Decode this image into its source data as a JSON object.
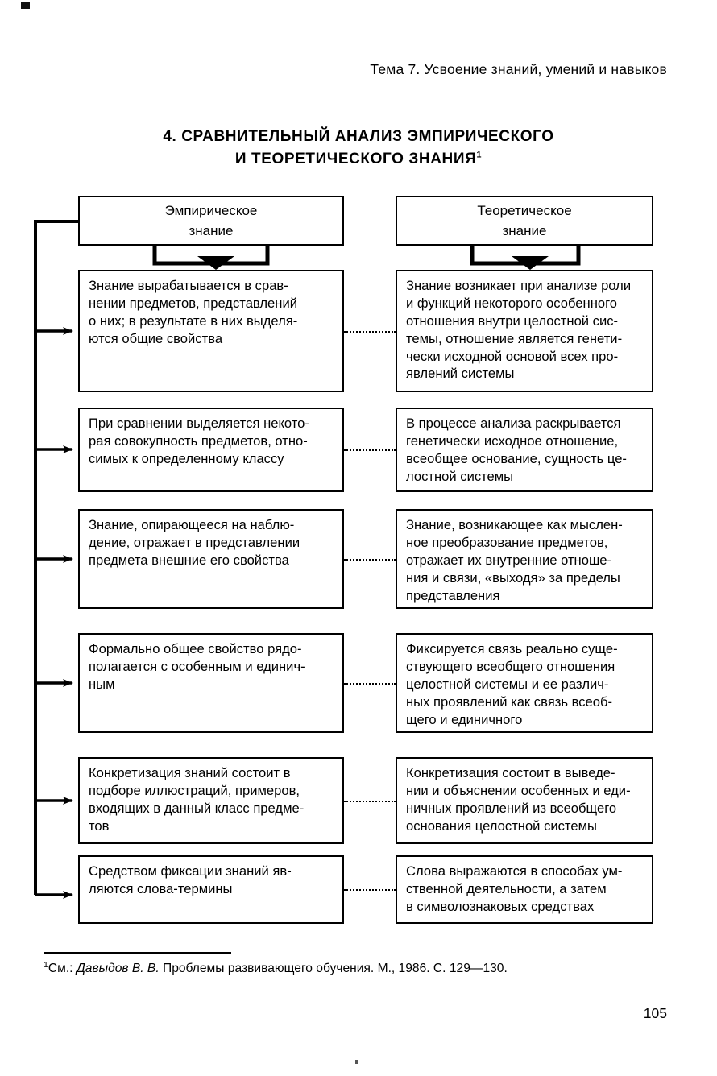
{
  "page": {
    "running_head": "Тема 7. Усвоение знаний, умений и навыков",
    "title_line1": "4. СРАВНИТЕЛЬНЫЙ АНАЛИЗ ЭМПИРИЧЕСКОГО",
    "title_line2": "И ТЕОРЕТИЧЕСКОГО ЗНАНИЯ",
    "title_footnote_marker": "1",
    "page_number": "105"
  },
  "diagram": {
    "headers": {
      "left": {
        "line1": "Эмпирическое",
        "line2": "знание"
      },
      "right": {
        "line1": "Теоретическое",
        "line2": "знание"
      }
    },
    "rows": [
      {
        "left": [
          "Знание вырабатывается в срав-",
          "нении предметов, представлений",
          "о них; в результате в них выделя-",
          "ются общие свойства"
        ],
        "right": [
          "Знание возникает при анализе роли",
          "и функций некоторого особенного",
          "отношения внутри целостной сис-",
          "темы, отношение является генети-",
          "чески исходной основой всех про-",
          "явлений системы"
        ]
      },
      {
        "left": [
          "При сравнении выделяется некото-",
          "рая совокупность предметов, отно-",
          "симых к определенному классу"
        ],
        "right": [
          "В процессе анализа раскрывается",
          "генетически исходное отношение,",
          "всеобщее основание, сущность це-",
          "лостной системы"
        ]
      },
      {
        "left": [
          "Знание, опирающееся на наблю-",
          "дение, отражает в представлении",
          "предмета внешние его свойства"
        ],
        "right": [
          "Знание, возникающее как мыслен-",
          "ное преобразование предметов,",
          "отражает их внутренние отноше-",
          "ния  и связи, «выходя» за пределы",
          "представления"
        ]
      },
      {
        "left": [
          "Формально общее свойство рядо-",
          "полагается с особенным и единич-",
          "ным"
        ],
        "right": [
          "Фиксируется связь реально суще-",
          "ствующего всеобщего отношения",
          "целостной системы и ее различ-",
          "ных проявлений как связь всеоб-",
          "щего и единичного"
        ]
      },
      {
        "left": [
          "Конкретизация знаний состоит в",
          "подборе иллюстраций, примеров,",
          "входящих в данный класс предме-",
          "тов"
        ],
        "right": [
          "Конкретизация состоит  в выведе-",
          "нии и объяснении особенных и еди-",
          "ничных проявлений из всеобщего",
          "основания целостной системы"
        ]
      },
      {
        "left": [
          "Средством фиксации знаний яв-",
          "ляются слова-термины"
        ],
        "right": [
          "Слова выражаются в способах ум-",
          "ственной деятельности, а затем",
          "в символознаковых средствах"
        ]
      }
    ]
  },
  "footnote": {
    "marker": "1",
    "prefix": "См.: ",
    "author": "Давыдов В. В.",
    "rest": " Проблемы развивающего обучения. М., 1986. С. 129—130."
  },
  "colors": {
    "ink": "#000000",
    "paper": "#ffffff"
  }
}
